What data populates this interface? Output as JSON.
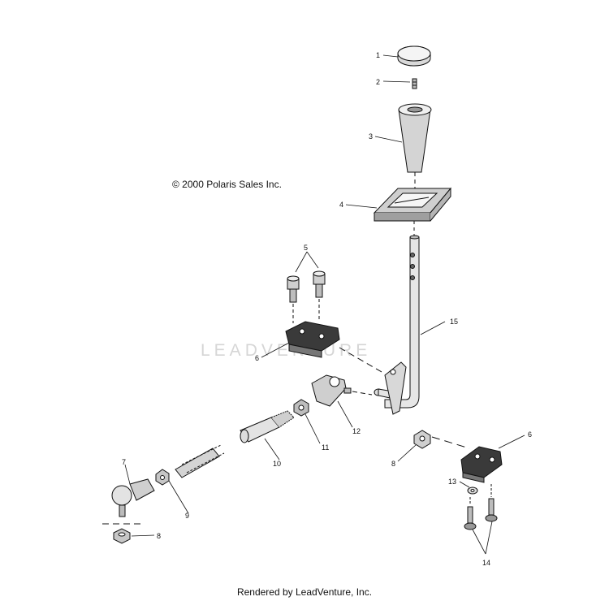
{
  "copyright": "© 2000 Polaris Sales Inc.",
  "footer": "Rendered by LeadVenture, Inc.",
  "watermark": "LEADVENTURE",
  "callouts": {
    "c1": "1",
    "c2": "2",
    "c3": "3",
    "c4": "4",
    "c5": "5",
    "c6a": "6",
    "c6b": "6",
    "c7": "7",
    "c8a": "8",
    "c8b": "8",
    "c9": "9",
    "c10": "10",
    "c11": "11",
    "c12": "12",
    "c13": "13",
    "c14": "14",
    "c15": "15"
  }
}
